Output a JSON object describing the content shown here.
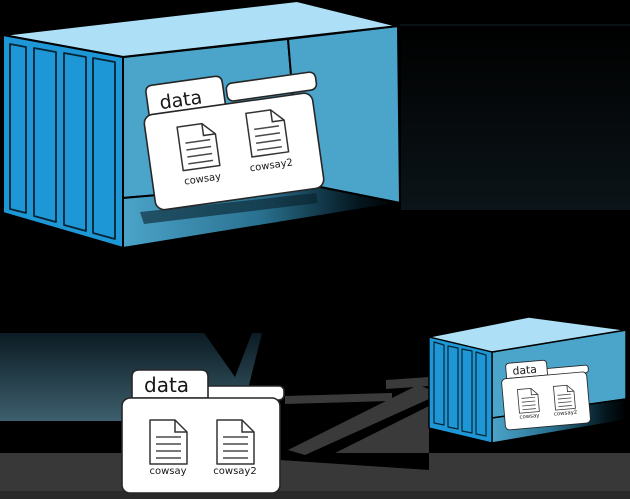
{
  "scene": {
    "background_color": "#000000",
    "bottom_band_color": "#383838"
  },
  "palette": {
    "container_roof": "#ade0f6",
    "container_corrugated_side": "#1e97d6",
    "container_interior_wall": "#4ba4c9",
    "outline": "#000000",
    "folder_fill": "#ffffff",
    "arrow_shadow_teal_dark": "#0b1b23",
    "arrow_shadow_teal_light": "#3d5f6d",
    "arrow_shadow_gray": "#3a3a3a"
  },
  "large_container": {
    "icon": "shipping-container-icon",
    "folder": {
      "label": "data",
      "files": [
        {
          "name": "cowsay"
        },
        {
          "name": "cowsay2"
        }
      ]
    }
  },
  "host_folder": {
    "icon": "folder-icon",
    "label": "data",
    "files": [
      {
        "name": "cowsay"
      },
      {
        "name": "cowsay2"
      }
    ]
  },
  "small_container": {
    "icon": "shipping-container-icon",
    "folder": {
      "label": "data",
      "files": [
        {
          "name": "cowsay"
        },
        {
          "name": "cowsay2"
        }
      ]
    }
  }
}
